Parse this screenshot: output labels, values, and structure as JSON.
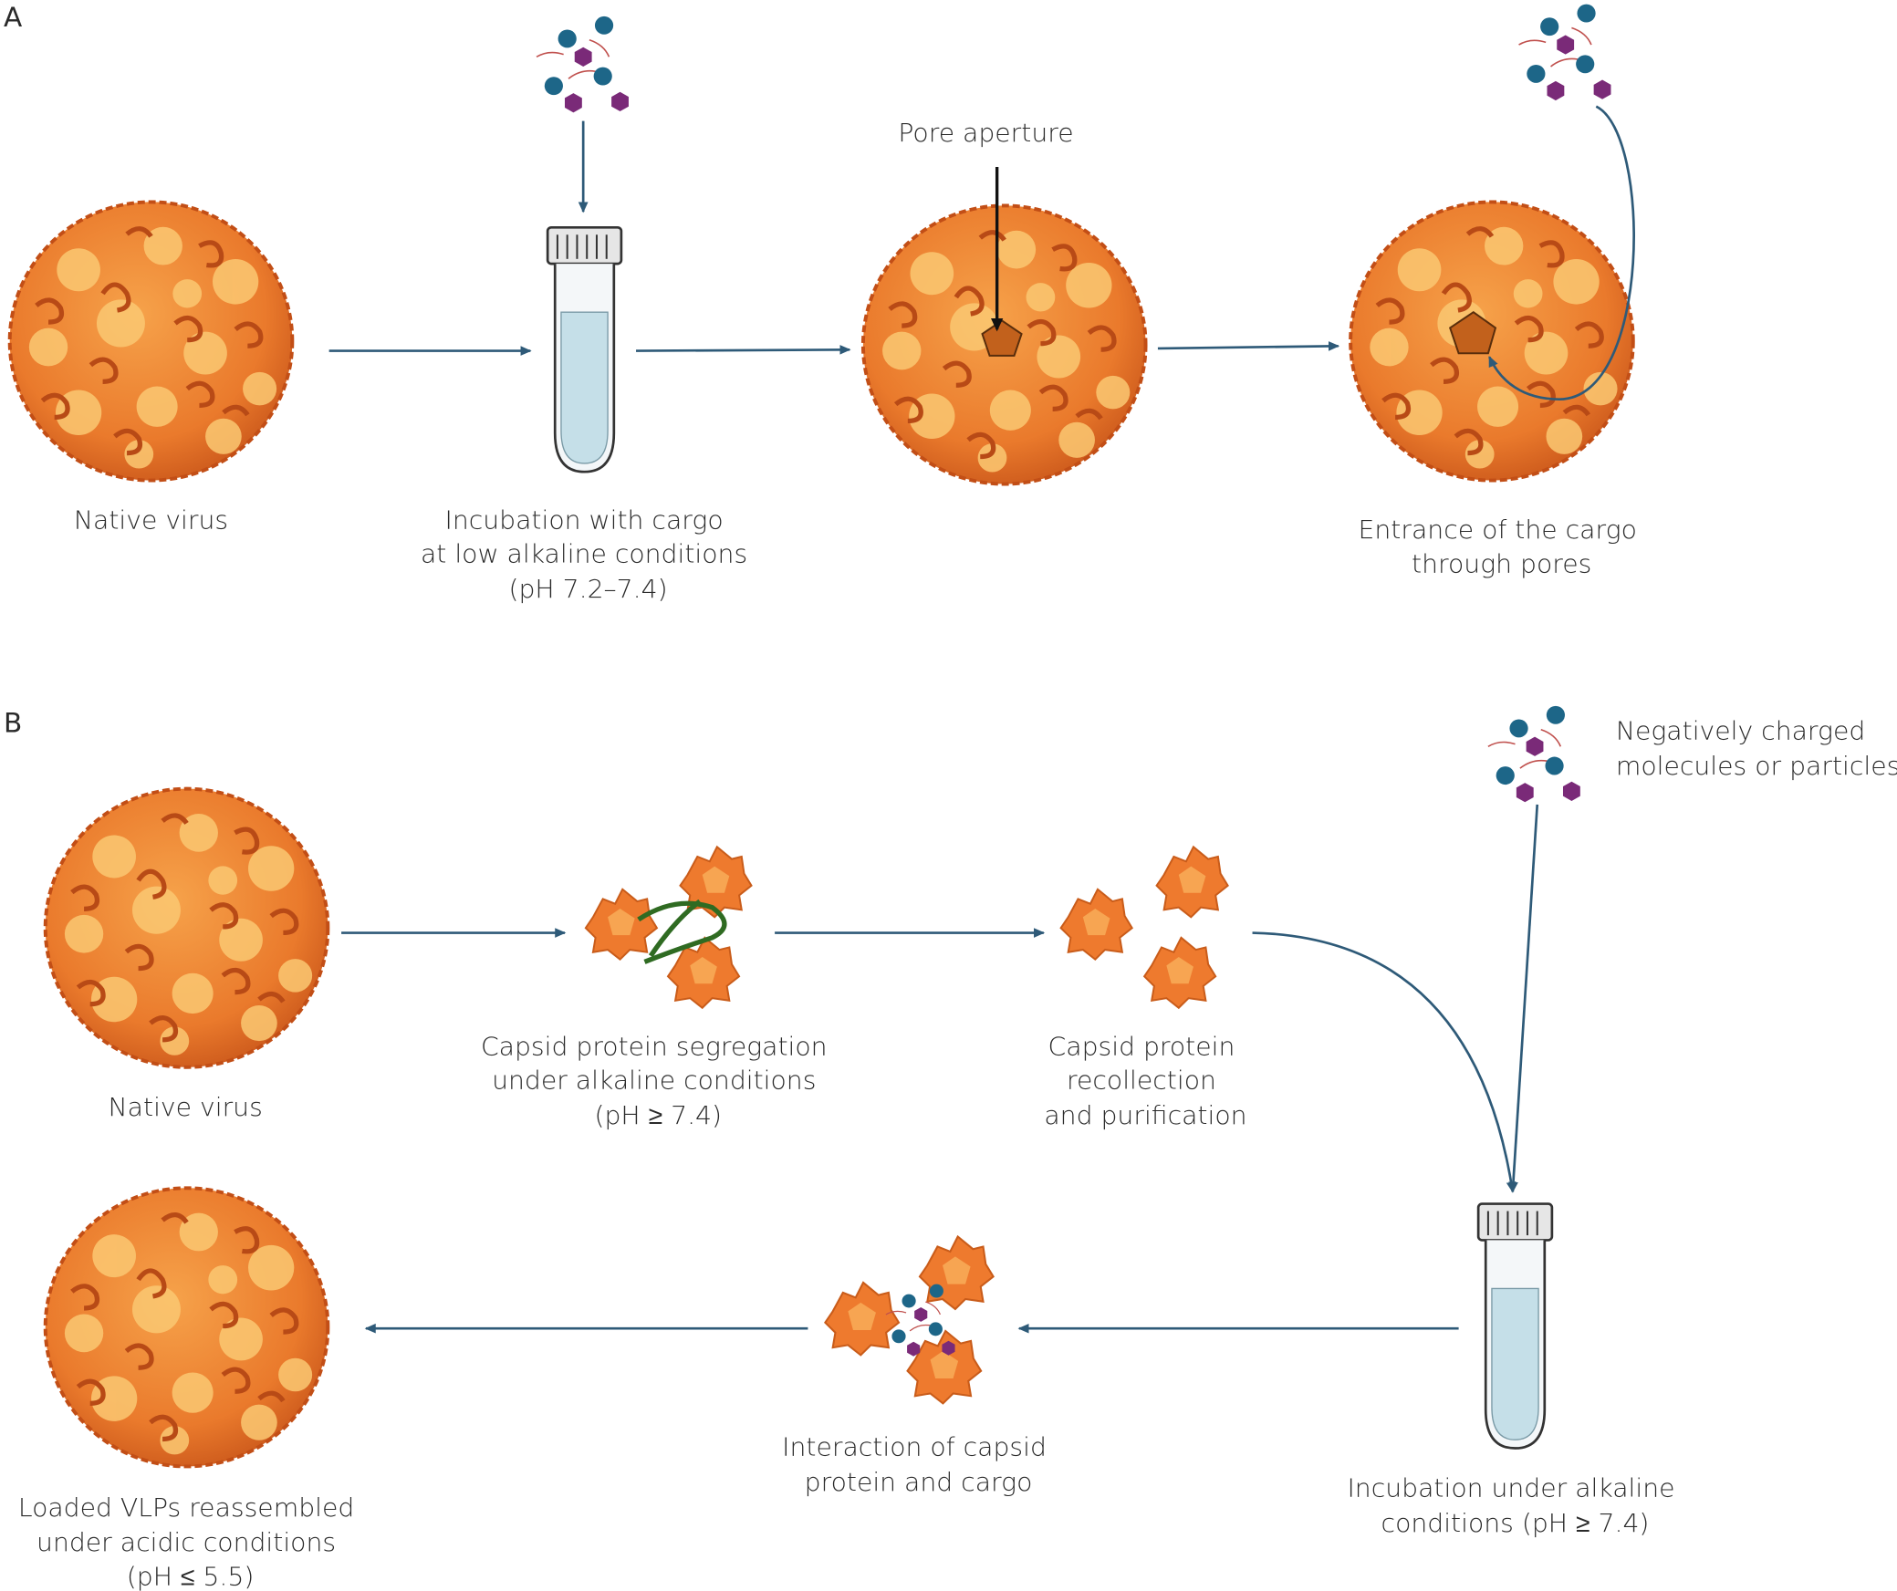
{
  "panels": {
    "a": "A",
    "b": "B"
  },
  "panel_a": {
    "native_virus": "Native virus",
    "incubation": [
      "Incubation with cargo",
      "at low alkaline conditions",
      "(pH 7.2–7.4)"
    ],
    "pore_aperture": "Pore aperture",
    "entrance": [
      "Entrance of the cargo",
      "through pores"
    ]
  },
  "panel_b": {
    "cargo": [
      "Negatively charged",
      "molecules or particles"
    ],
    "native_virus": "Native virus",
    "segregation": [
      "Capsid protein segregation",
      "under alkaline conditions",
      "(pH ≥ 7.4)"
    ],
    "recollection": [
      "Capsid protein",
      "recollection",
      "and purification"
    ],
    "incubation": [
      "Incubation under alkaline",
      "conditions (pH ≥ 7.4)"
    ],
    "interaction": [
      "Interaction of capsid",
      "protein and cargo"
    ],
    "loaded": [
      "Loaded VLPs reassembled",
      "under acidic conditions",
      "(pH ≤ 5.5)"
    ]
  },
  "colors": {
    "arrow": "#2e5a78",
    "capsid": "#e8762a",
    "capsid_light": "#f7b45a",
    "cargo_sphere": "#1d6688",
    "cargo_hexagon": "#7a2a78",
    "cargo_strand": "#c0504d",
    "tube_liquid": "#c5dfe8",
    "linker": "#2f6b22"
  }
}
